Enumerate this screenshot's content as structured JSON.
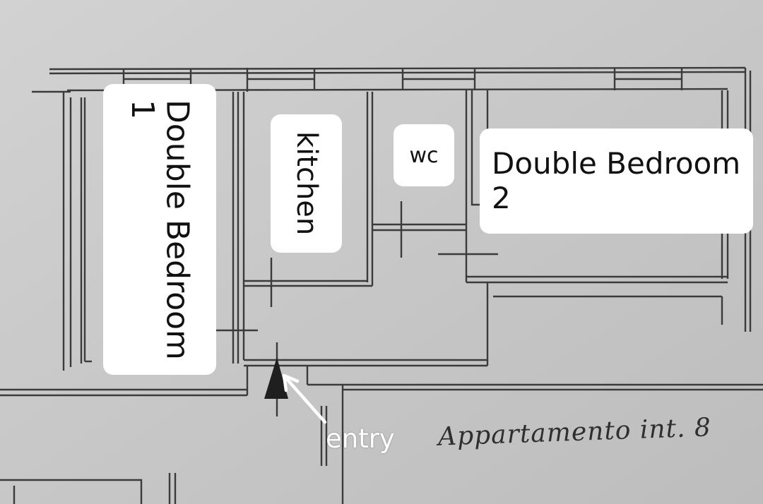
{
  "rooms": {
    "bedroom1": "Double Bedroom\n1",
    "kitchen": "kitchen",
    "wc": "wc",
    "bedroom2": "Double Bedroom\n2"
  },
  "entry_label": "entry",
  "handwritten_note": "Appartamento int. 8",
  "colors": {
    "paper": "#c9c9c9",
    "walls": "#3a3a3a",
    "label_bg": "#ffffff",
    "arrow": "#ffffff"
  }
}
